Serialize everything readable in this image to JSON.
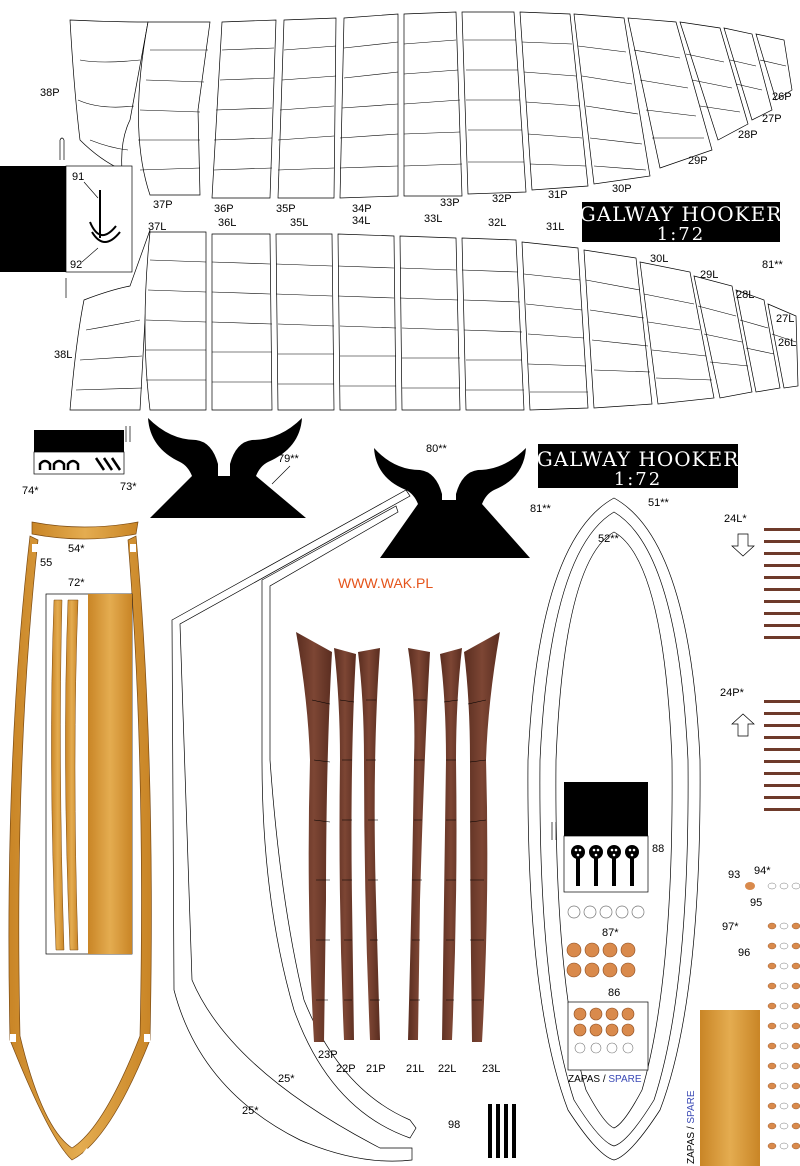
{
  "title": {
    "name": "GALWAY HOOKER",
    "scale": "1:72"
  },
  "url": "WWW.WAK.PL",
  "spare": {
    "pl": "ZAPAS",
    "sep": " / ",
    "en": "SPARE"
  },
  "frames_top": [
    "37P",
    "36P",
    "35P",
    "34P",
    "33P",
    "32P",
    "31P",
    "30P",
    "29P",
    "28P",
    "27P",
    "26P"
  ],
  "frames_bottom": [
    "37L",
    "36L",
    "35L",
    "34L",
    "33L",
    "32L",
    "31L",
    "30L",
    "29L",
    "28L",
    "27L",
    "26L"
  ],
  "labels": {
    "l38P": "38P",
    "l38L": "38L",
    "l91": "91",
    "l92": "92",
    "l81a": "81**",
    "l81b": "81**",
    "l74": "74*",
    "l73": "73*",
    "l79": "79**",
    "l80": "80**",
    "l54": "54*",
    "l55": "55",
    "l72": "72*",
    "l51": "51**",
    "l52": "52**",
    "l24L": "24L*",
    "l24P": "24P*",
    "l25a": "25*",
    "l25b": "25*",
    "l23P": "23P",
    "l22P": "22P",
    "l21P": "21P",
    "l21L": "21L",
    "l22L": "22L",
    "l23L": "23L",
    "l88": "88",
    "l87": "87*",
    "l86": "86",
    "l98": "98",
    "l93": "93",
    "l94": "94*",
    "l95": "95",
    "l97": "97*",
    "l96": "96"
  },
  "colors": {
    "wood": "#d9982f",
    "wood_light": "#e2a94a",
    "mahogany": "#6e3a2a",
    "ink": "#000000"
  }
}
